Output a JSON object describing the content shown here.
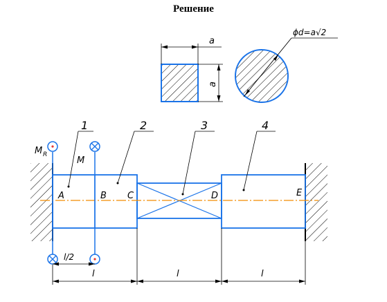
{
  "title": "Решение",
  "colors": {
    "line": "#1a73e8",
    "axis": "#f28c00",
    "ink": "#000000"
  },
  "square": {
    "side_label": "a",
    "height_label": "a"
  },
  "circle": {
    "diameter_label": "ϕd=a√2"
  },
  "parts": [
    "1",
    "2",
    "3",
    "4"
  ],
  "points": [
    "A",
    "B",
    "C",
    "D",
    "E"
  ],
  "moments": {
    "left": "M_R",
    "left_main": "M",
    "left_sub": "R",
    "right": "M"
  },
  "dimensions": {
    "half": "l/2",
    "seg1": "l",
    "seg2": "l",
    "seg3": "l"
  }
}
